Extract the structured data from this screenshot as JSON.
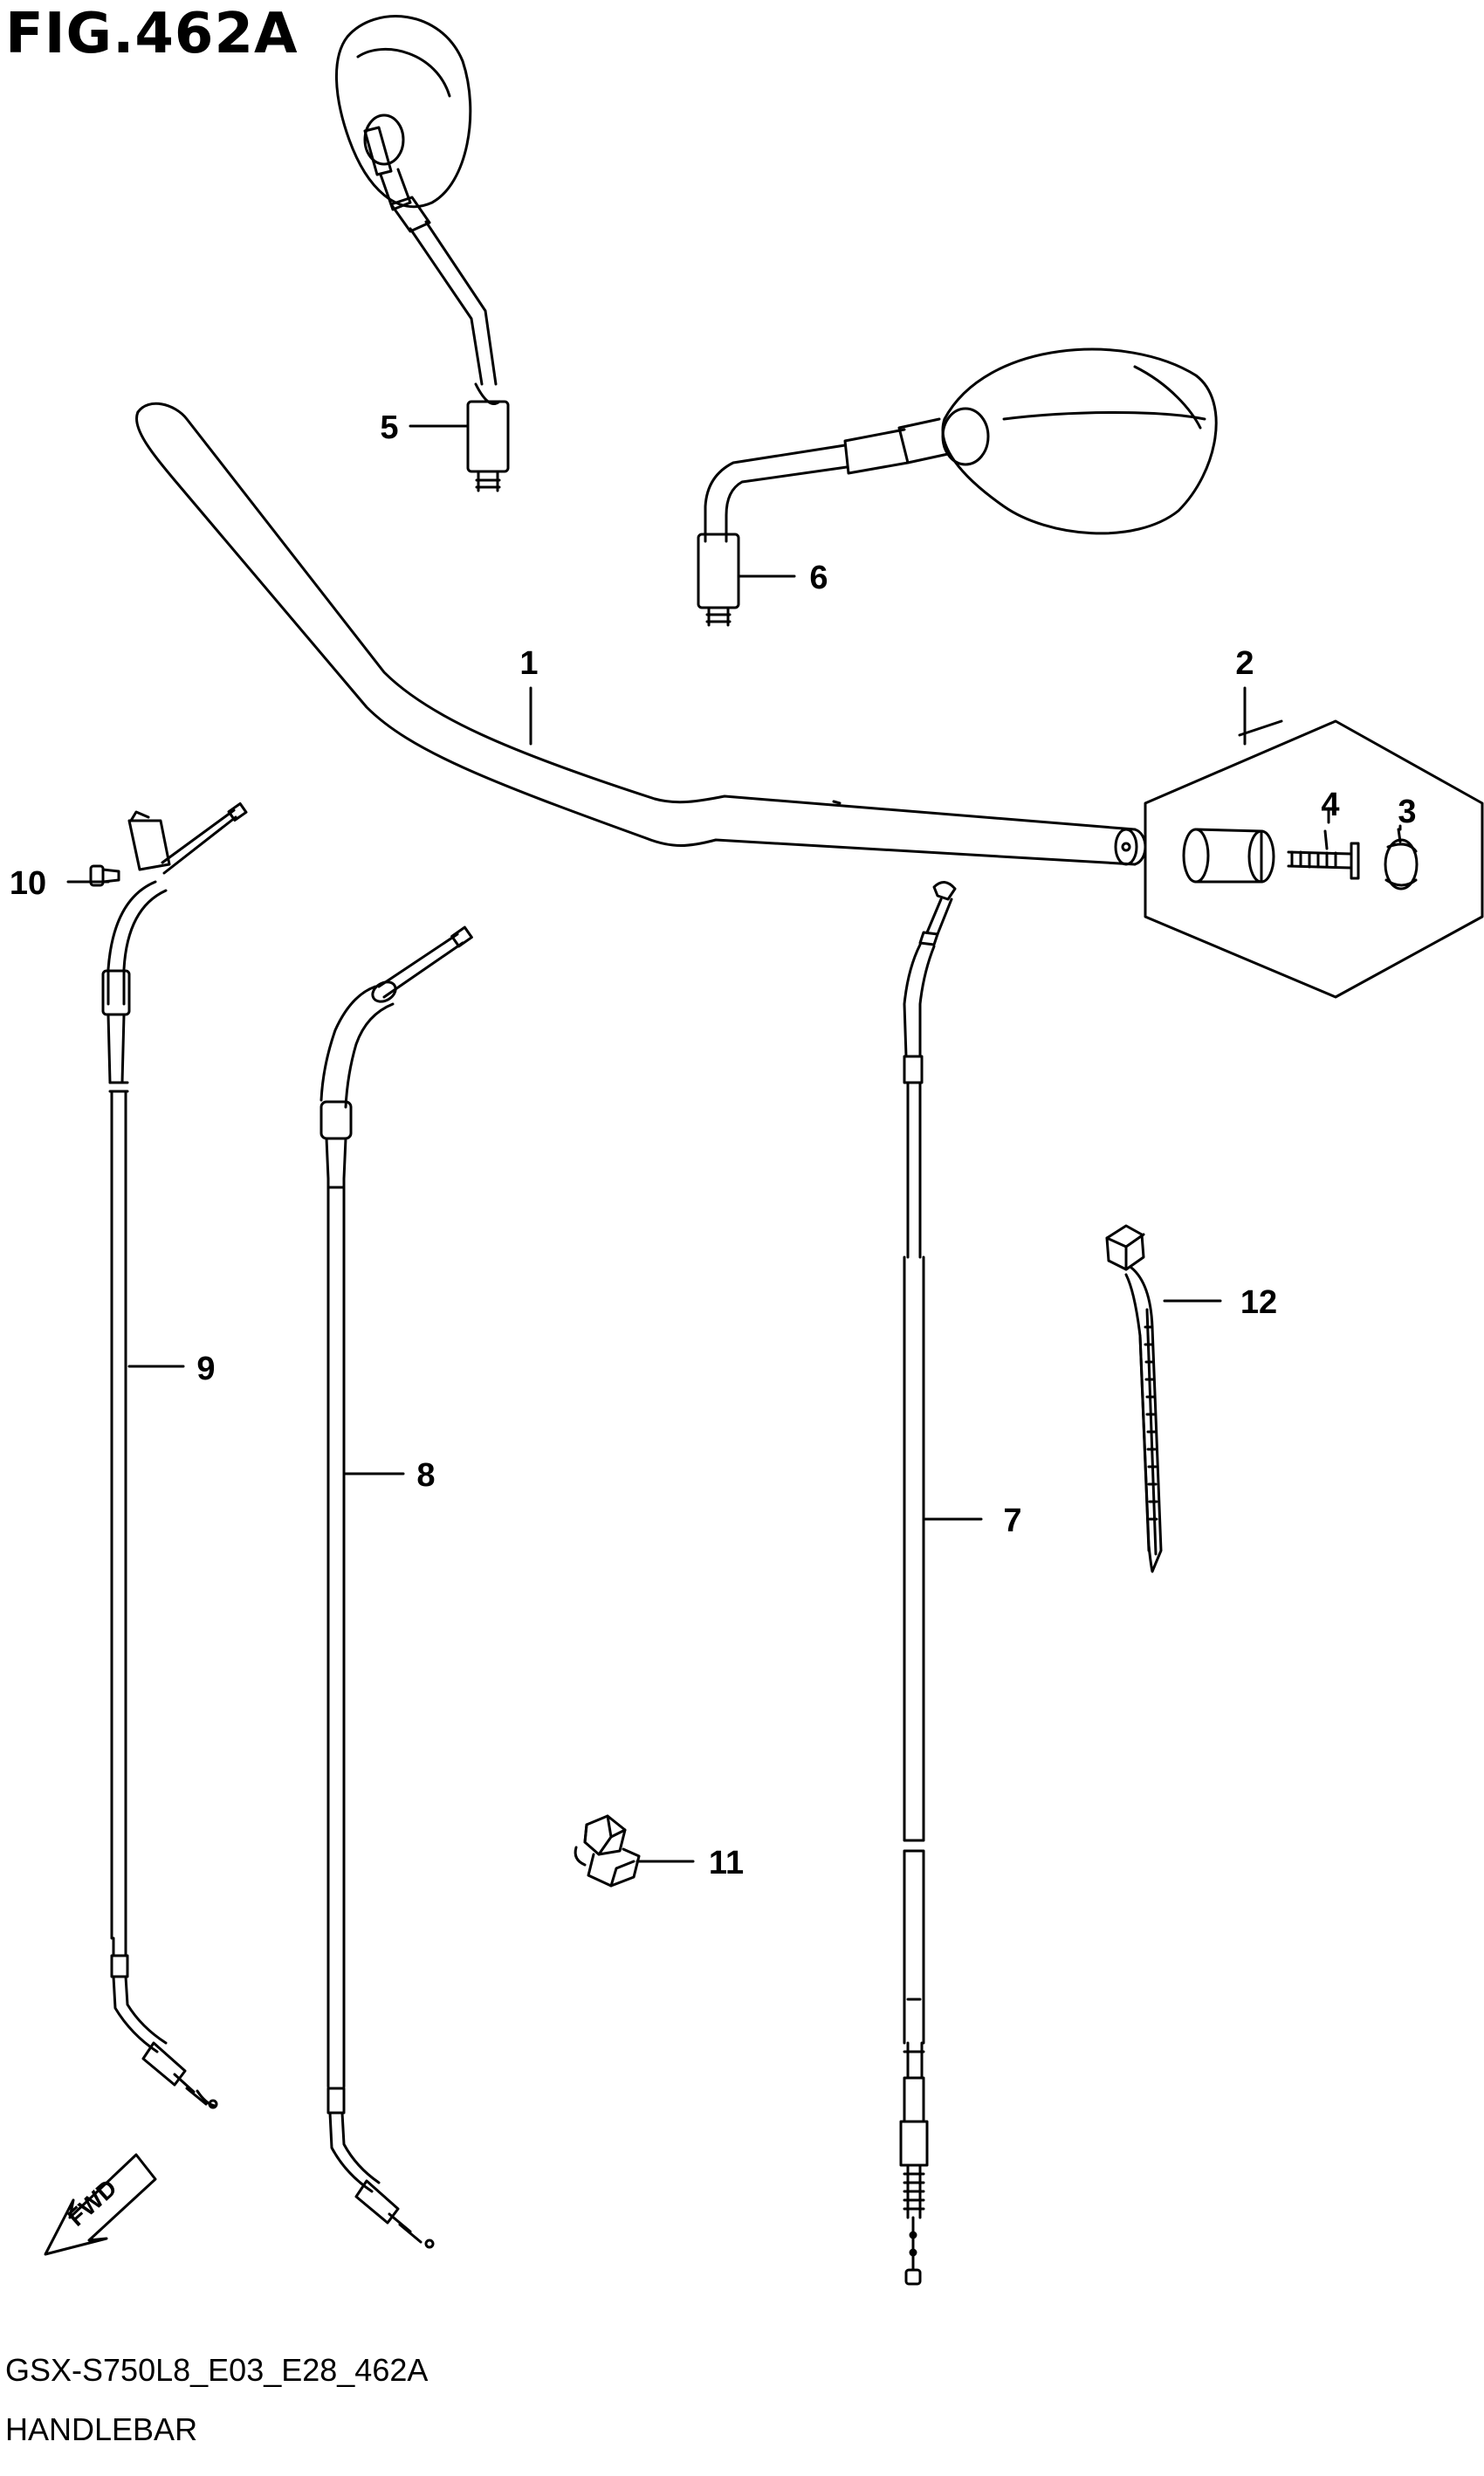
{
  "figure": {
    "title": "FIG.462A",
    "code": "GSX-S750L8_E03_E28_462A",
    "name": "HANDLEBAR"
  },
  "callouts": [
    "1",
    "2",
    "3",
    "4",
    "5",
    "6",
    "7",
    "8",
    "9",
    "10",
    "11",
    "12"
  ],
  "direction_label": "FWD"
}
